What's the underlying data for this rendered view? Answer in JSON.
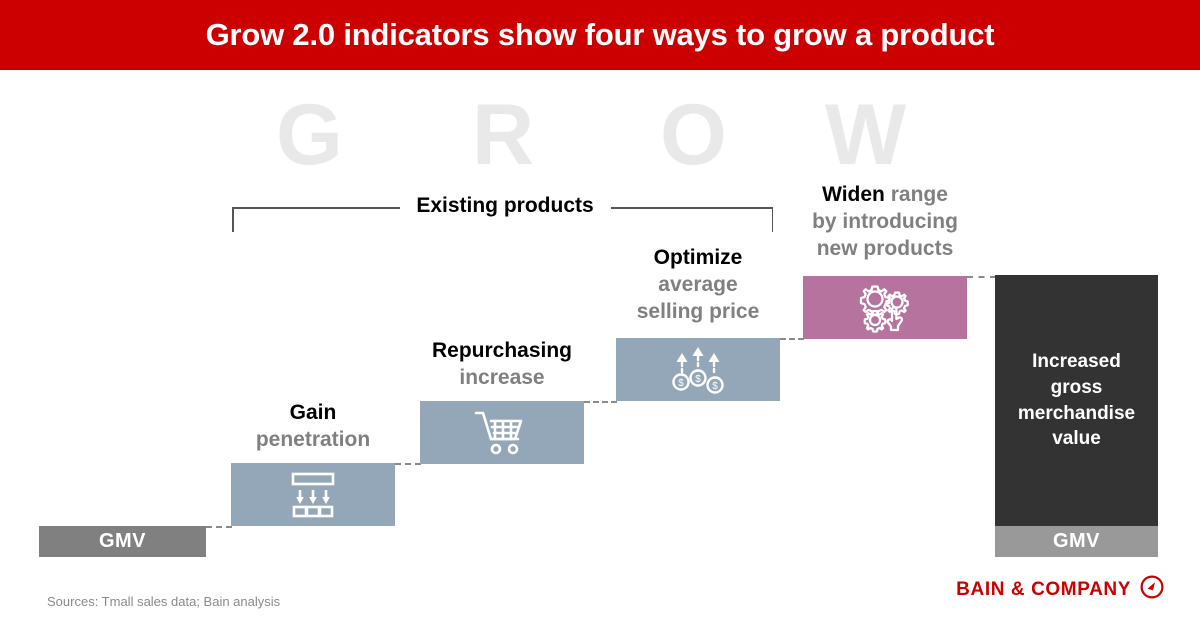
{
  "header": {
    "title": "Grow 2.0 indicators show four ways to grow a product",
    "banner_color": "#cc0000"
  },
  "watermark": {
    "letters": [
      "G",
      "R",
      "O",
      "W"
    ],
    "color": "#e9e9e9"
  },
  "bracket": {
    "label": "Existing products"
  },
  "chart_data": {
    "type": "bar",
    "title": "Grow 2.0 indicators show four ways to grow a product",
    "subtitle": "Existing products",
    "categories": [
      "GMV",
      "Gain penetration",
      "Repurchasing increase",
      "Optimize average selling price",
      "Widen range by introducing new products",
      "Increased gross merchandise value"
    ],
    "steps": [
      {
        "id": "gmv-start",
        "kind": "base",
        "label": "GMV",
        "color": "#808080",
        "icon": "none"
      },
      {
        "id": "gain",
        "kind": "increment",
        "headline": "Gain",
        "detail": "penetration",
        "color": "#94a7b8",
        "icon": "distribution-funnel-icon"
      },
      {
        "id": "repurchasing",
        "kind": "increment",
        "headline": "Repurchasing",
        "detail": "increase",
        "color": "#94a7b8",
        "icon": "shopping-cart-icon"
      },
      {
        "id": "optimize",
        "kind": "increment",
        "headline": "Optimize",
        "detail": "average selling price",
        "color": "#94a7b8",
        "icon": "rising-price-arrows-icon"
      },
      {
        "id": "widen",
        "kind": "increment",
        "headline": "Widen",
        "detail": "range by introducing new products",
        "color": "#b5739d",
        "icon": "gears-click-icon"
      },
      {
        "id": "gmv-total",
        "kind": "total",
        "label": "Increased gross merchandise value",
        "footer_label": "GMV",
        "color": "#333333",
        "footer_color": "#999999",
        "icon": "none"
      }
    ],
    "legend": [],
    "grid": false,
    "xlabel": "",
    "ylabel": ""
  },
  "labels": {
    "gain": {
      "headline": "Gain",
      "line2": "penetration"
    },
    "repurchasing": {
      "headline": "Repurchasing",
      "line2": "increase"
    },
    "optimize": {
      "headline": "Optimize",
      "line2": "average",
      "line3": "selling price"
    },
    "widen": {
      "headline": "Widen",
      "line1_rest": " range",
      "line2": "by introducing",
      "line3": "new products"
    }
  },
  "bars": {
    "gmv_left_label": "GMV",
    "total_label": "Increased gross merchandise value",
    "total_gmv_label": "GMV"
  },
  "footer": {
    "sources": "Sources: Tmall sales data; Bain analysis",
    "brand": "BAIN & COMPANY",
    "brand_color": "#cc0000"
  }
}
